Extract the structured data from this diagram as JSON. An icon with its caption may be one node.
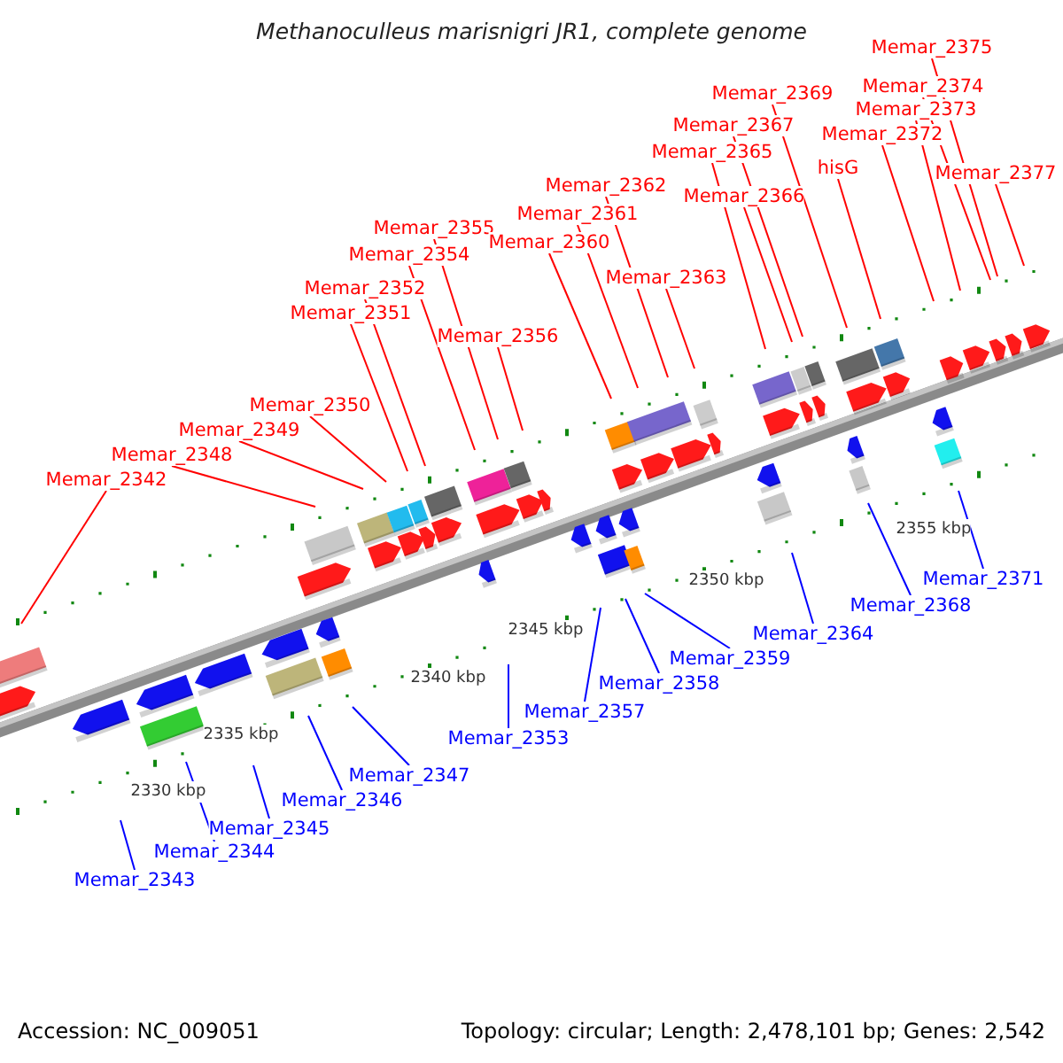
{
  "diagram": {
    "title": "Methanoculleus marisnigri JR1, complete genome",
    "nodes": [
      {
        "text": [
          "Memar_2342"
        ]
      },
      {
        "text": [
          "Memar_2348"
        ]
      },
      {
        "text": [
          "Memar_2349"
        ]
      },
      {
        "text": [
          "Memar_2350"
        ]
      },
      {
        "text": [
          "Memar_2351"
        ]
      },
      {
        "text": [
          "Memar_2352"
        ]
      },
      {
        "text": [
          "Memar_2354"
        ]
      },
      {
        "text": [
          "Memar_2355"
        ]
      },
      {
        "text": [
          "Memar_2356"
        ]
      },
      {
        "text": [
          "Memar_2360"
        ]
      },
      {
        "text": [
          "Memar_2361"
        ]
      },
      {
        "text": [
          "Memar_2362"
        ]
      },
      {
        "text": [
          "Memar_2363"
        ]
      },
      {
        "text": [
          "Memar_2365"
        ]
      },
      {
        "text": [
          "Memar_2366"
        ]
      },
      {
        "text": [
          "Memar_2367"
        ]
      },
      {
        "text": [
          "Memar_2369"
        ]
      },
      {
        "text": [
          "hisG"
        ]
      },
      {
        "text": [
          "Memar_2372"
        ]
      },
      {
        "text": [
          "Memar_2373"
        ]
      },
      {
        "text": [
          "Memar_2374"
        ]
      },
      {
        "text": [
          "Memar_2375"
        ]
      },
      {
        "text": [
          "Memar_2377"
        ]
      },
      {
        "text": [
          "Memar_2343"
        ]
      },
      {
        "text": [
          "Memar_2344"
        ]
      },
      {
        "text": [
          "Memar_2345"
        ]
      },
      {
        "text": [
          "Memar_2346"
        ]
      },
      {
        "text": [
          "Memar_2347"
        ]
      },
      {
        "text": [
          "Memar_2353"
        ]
      },
      {
        "text": [
          "Memar_2357"
        ]
      },
      {
        "text": [
          "Memar_2358"
        ]
      },
      {
        "text": [
          "Memar_2359"
        ]
      },
      {
        "text": [
          "Memar_2364"
        ]
      },
      {
        "text": [
          "Memar_2368"
        ]
      },
      {
        "text": [
          "Memar_2371"
        ]
      }
    ],
    "edges": [
      {
        "from": 0,
        "to": null,
        "arrow": "none"
      },
      {
        "from": 1,
        "to": null,
        "arrow": "none"
      },
      {
        "from": 2,
        "to": null,
        "arrow": "none"
      },
      {
        "from": 3,
        "to": null,
        "arrow": "none"
      },
      {
        "from": 4,
        "to": null,
        "arrow": "none"
      },
      {
        "from": 5,
        "to": null,
        "arrow": "none"
      },
      {
        "from": 6,
        "to": null,
        "arrow": "none"
      },
      {
        "from": 7,
        "to": null,
        "arrow": "none"
      },
      {
        "from": 8,
        "to": null,
        "arrow": "none"
      },
      {
        "from": 9,
        "to": null,
        "arrow": "none"
      },
      {
        "from": 10,
        "to": null,
        "arrow": "none"
      },
      {
        "from": 11,
        "to": null,
        "arrow": "none"
      },
      {
        "from": 12,
        "to": null,
        "arrow": "none"
      },
      {
        "from": 13,
        "to": null,
        "arrow": "none"
      },
      {
        "from": 14,
        "to": null,
        "arrow": "none"
      },
      {
        "from": 15,
        "to": null,
        "arrow": "none"
      },
      {
        "from": 16,
        "to": null,
        "arrow": "none"
      },
      {
        "from": 17,
        "to": null,
        "arrow": "none"
      },
      {
        "from": 18,
        "to": null,
        "arrow": "none"
      },
      {
        "from": 19,
        "to": null,
        "arrow": "none"
      },
      {
        "from": 20,
        "to": null,
        "arrow": "none"
      },
      {
        "from": 21,
        "to": null,
        "arrow": "none"
      },
      {
        "from": 22,
        "to": null,
        "arrow": "none"
      },
      {
        "from": 23,
        "to": null,
        "arrow": "none",
        "color": "#0000ff"
      },
      {
        "from": 24,
        "to": null,
        "arrow": "none",
        "color": "#0000ff"
      },
      {
        "from": 25,
        "to": null,
        "arrow": "none",
        "color": "#0000ff"
      },
      {
        "from": 26,
        "to": null,
        "arrow": "none",
        "color": "#0000ff"
      },
      {
        "from": 27,
        "to": null,
        "arrow": "none",
        "color": "#0000ff"
      },
      {
        "from": 28,
        "to": null,
        "arrow": "none",
        "color": "#0000ff"
      },
      {
        "from": 29,
        "to": null,
        "arrow": "none",
        "color": "#0000ff"
      },
      {
        "from": 30,
        "to": null,
        "arrow": "none",
        "color": "#0000ff"
      },
      {
        "from": 31,
        "to": null,
        "arrow": "none",
        "color": "#0000ff"
      },
      {
        "from": 32,
        "to": null,
        "arrow": "none",
        "color": "#0000ff"
      },
      {
        "from": 33,
        "to": null,
        "arrow": "none",
        "color": "#0000ff"
      },
      {
        "from": 34,
        "to": null,
        "arrow": "none",
        "color": "#0000ff"
      }
    ],
    "labels": [
      "2330 kbp",
      "2335 kbp",
      "2340 kbp",
      "2345 kbp",
      "2350 kbp",
      "2355 kbp",
      "Accession: NC_009051",
      "Topology: circular; Length: 2,478,101 bp; Genes: 2,542"
    ]
  }
}
